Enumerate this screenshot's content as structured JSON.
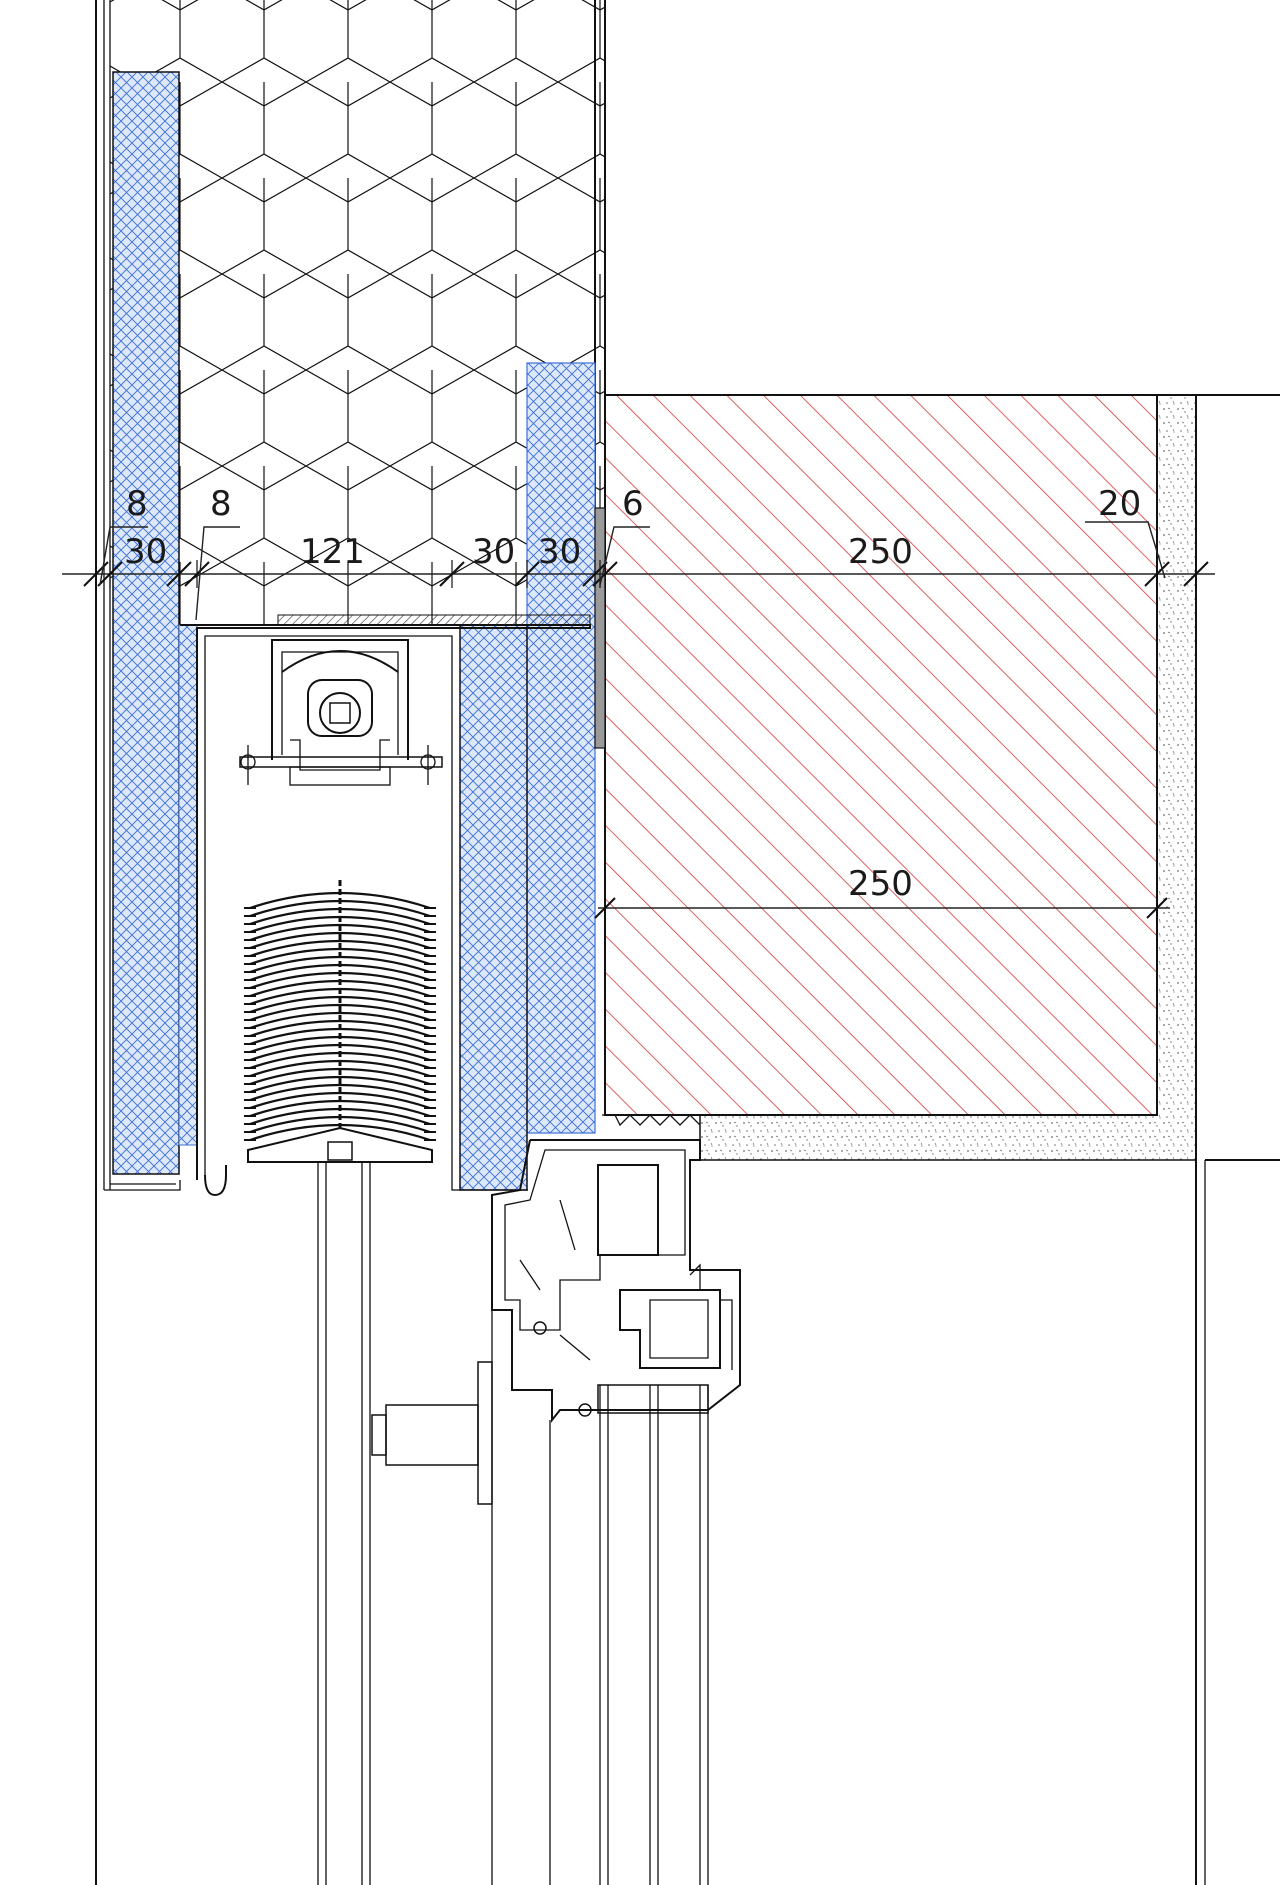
{
  "drawing": {
    "colors": {
      "insulation": "#3b6fd6",
      "insulation_fill": "#dde8fb",
      "masonry_hatch": "#d23a3a",
      "plaster": "#8a8a8a",
      "line": "#111111"
    },
    "dimensions_top": [
      "8",
      "8",
      "6",
      "20"
    ],
    "dimensions_main": [
      "30",
      "121",
      "30",
      "30",
      "250"
    ],
    "dimension_lower": "250"
  }
}
